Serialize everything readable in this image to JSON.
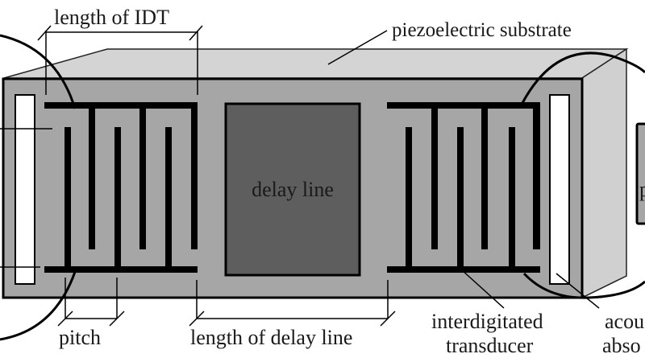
{
  "diagram": {
    "title": "Surface acoustic wave delay line device",
    "labels": {
      "length_of_idt": "length of IDT",
      "piezoelectric_substrate": "piezoelectric substrate",
      "delay_line": "delay line",
      "pitch": "pitch",
      "length_of_delay_line": "length of delay line",
      "interdigitated_transducer_line1": "interdigitated",
      "interdigitated_transducer_line2": "transducer",
      "acoustic_absorber_line1": "acou",
      "acoustic_absorber_line2": "abso",
      "right_box_partial": "p"
    },
    "components": [
      "piezoelectric substrate",
      "input IDT",
      "delay line",
      "output IDT",
      "acoustic absorber (left)",
      "acoustic absorber (right)"
    ],
    "colors": {
      "substrate_top": "#d4d4d4",
      "substrate_front": "#a6a6a6",
      "substrate_side": "#d0d0d0",
      "delay_line": "#5e5e5e",
      "electrode": "#000000",
      "absorber": "#ffffff"
    }
  }
}
